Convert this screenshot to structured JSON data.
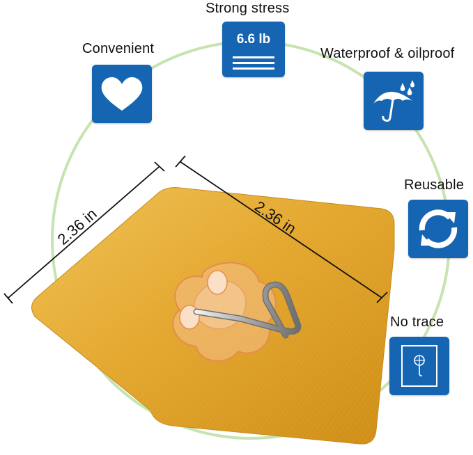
{
  "features": {
    "strong_stress": {
      "label": "Strong stress",
      "value": "6.6 lb",
      "icon": "weight-bars-icon"
    },
    "convenient": {
      "label": "Convenient",
      "icon": "heart-icon"
    },
    "waterproof": {
      "label": "Waterproof & oilproof",
      "icon": "umbrella-rain-icon"
    },
    "reusable": {
      "label": "Reusable",
      "icon": "refresh-arrows-icon"
    },
    "no_trace": {
      "label": "No trace",
      "icon": "wall-plate-icon"
    }
  },
  "dimensions": {
    "left_edge": "2.36 in",
    "top_edge": "2.36 in"
  },
  "colors": {
    "tile_blue": "#1565b3",
    "ring_green": "#bfe0a8",
    "plate_gold": "#e3a72c"
  }
}
